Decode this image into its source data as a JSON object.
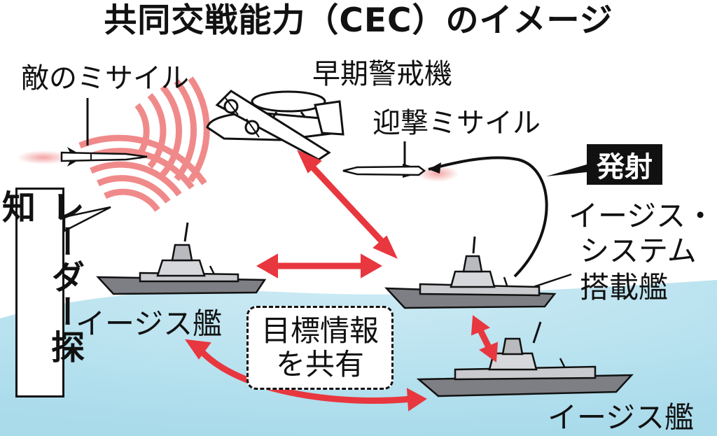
{
  "title": "共同交戦能力（CEC）のイメージ",
  "labels": {
    "enemy_missile": "敵のミサイル",
    "aew": "早期警戒機",
    "interceptor": "迎撃ミサイル",
    "launch": "発射",
    "aegis_system_line1": "イージス・",
    "aegis_system_line2": "システム",
    "aegis_system_line3": "搭載艦",
    "radar_detect": "レーダー探知",
    "aegis_ship_left": "イージス艦",
    "aegis_ship_right": "イージス艦",
    "share_line1": "目標情報",
    "share_line2": "を共有"
  },
  "colors": {
    "sea": "#b9e2ef",
    "arrow": "#e8373f",
    "radar": "#f08a8a",
    "ship": "#7d7f84",
    "ink": "#111111"
  }
}
